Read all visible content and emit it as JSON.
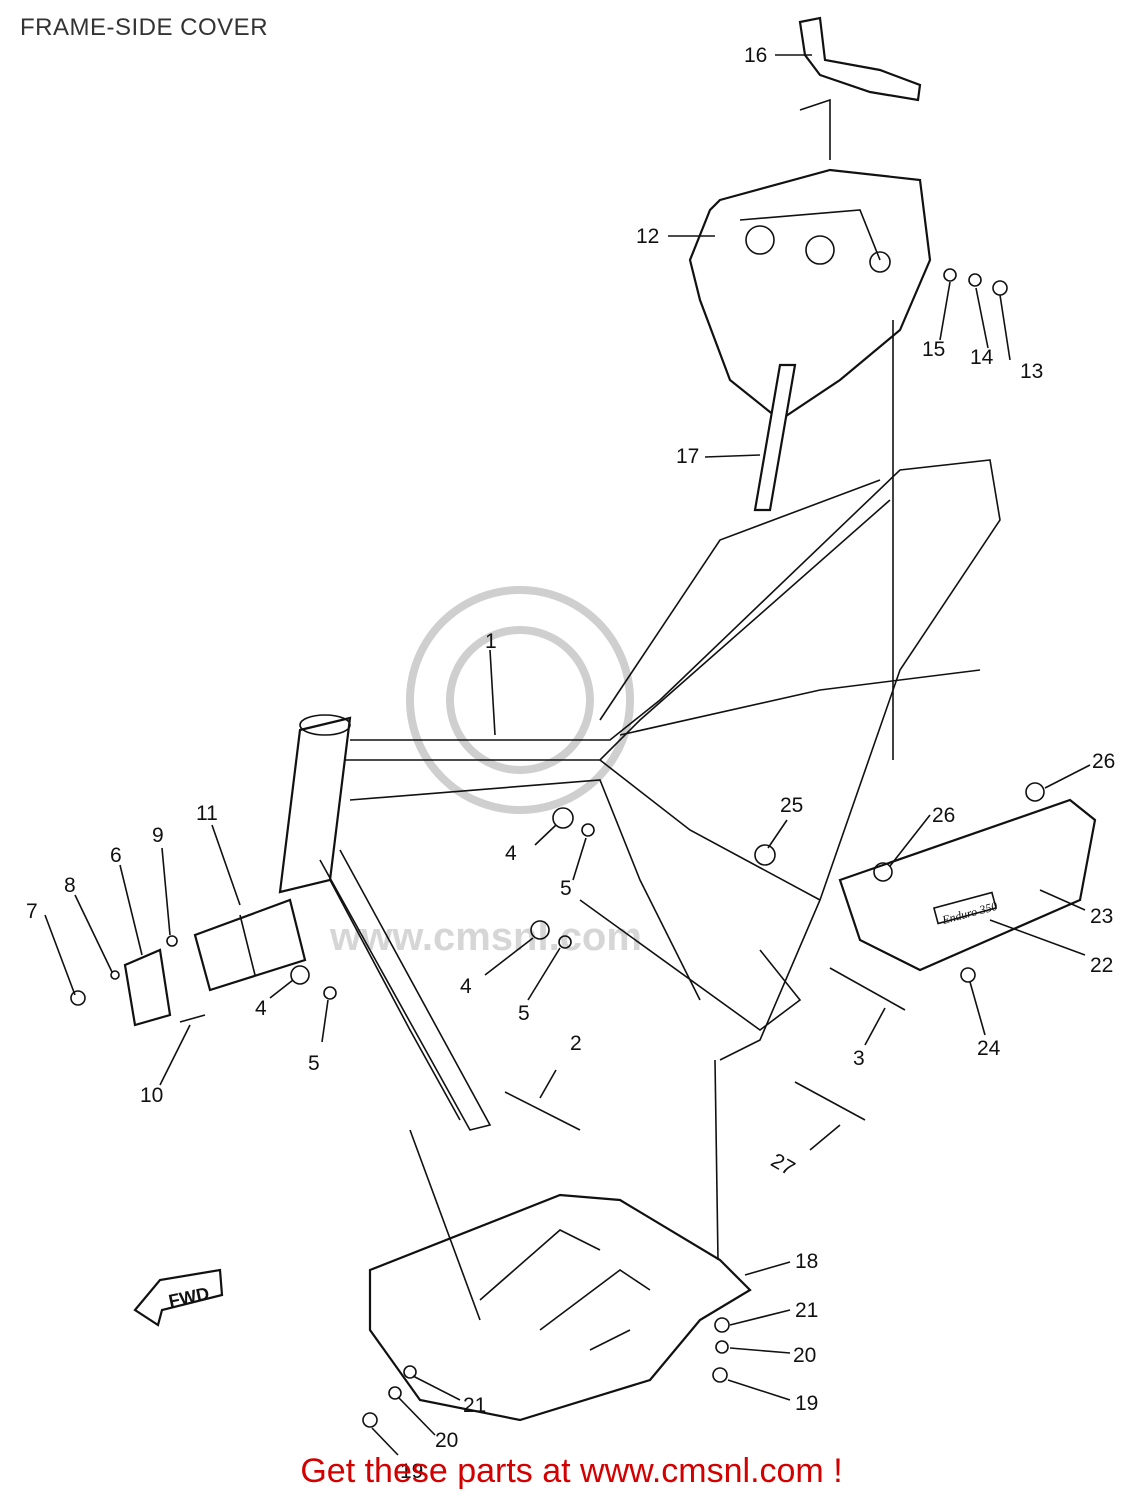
{
  "title": "FRAME-SIDE COVER",
  "footer": "Get these parts at www.cmsnl.com !",
  "watermark": {
    "text": "www.cmsnl.com"
  },
  "accent_color": "#d40000",
  "parts_labels": [
    "1",
    "2",
    "3",
    "4",
    "4",
    "4",
    "5",
    "5",
    "5",
    "6",
    "7",
    "8",
    "9",
    "10",
    "11",
    "12",
    "13",
    "14",
    "15",
    "16",
    "17",
    "18",
    "19",
    "19",
    "20",
    "20",
    "21",
    "21",
    "22",
    "23",
    "24",
    "25",
    "26",
    "26",
    "27"
  ],
  "fwd_mark": "FWD",
  "cover_emblem": "Enduro 350"
}
